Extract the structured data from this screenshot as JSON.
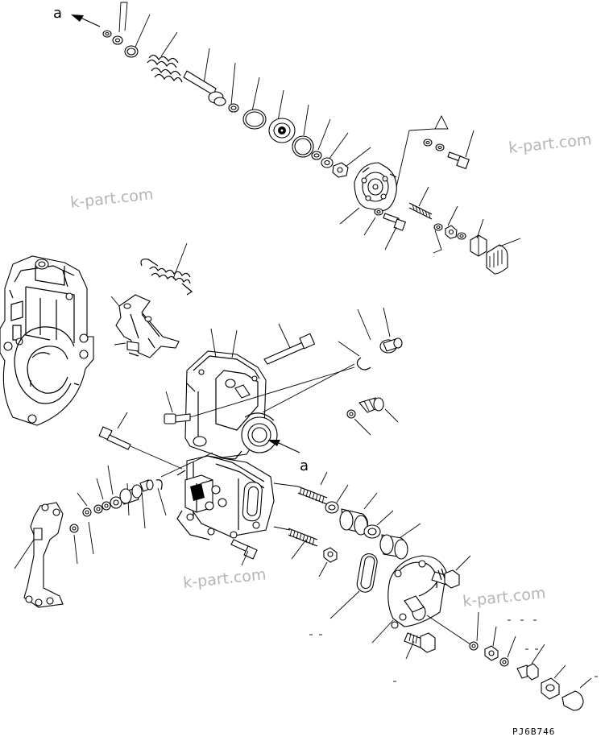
{
  "callout_a_top": "a",
  "callout_a_mid": "a",
  "watermarks": [
    "k-part.com",
    "k-part.com",
    "k-part.com",
    "k-part.com"
  ],
  "drawing_code": "PJ6B746"
}
